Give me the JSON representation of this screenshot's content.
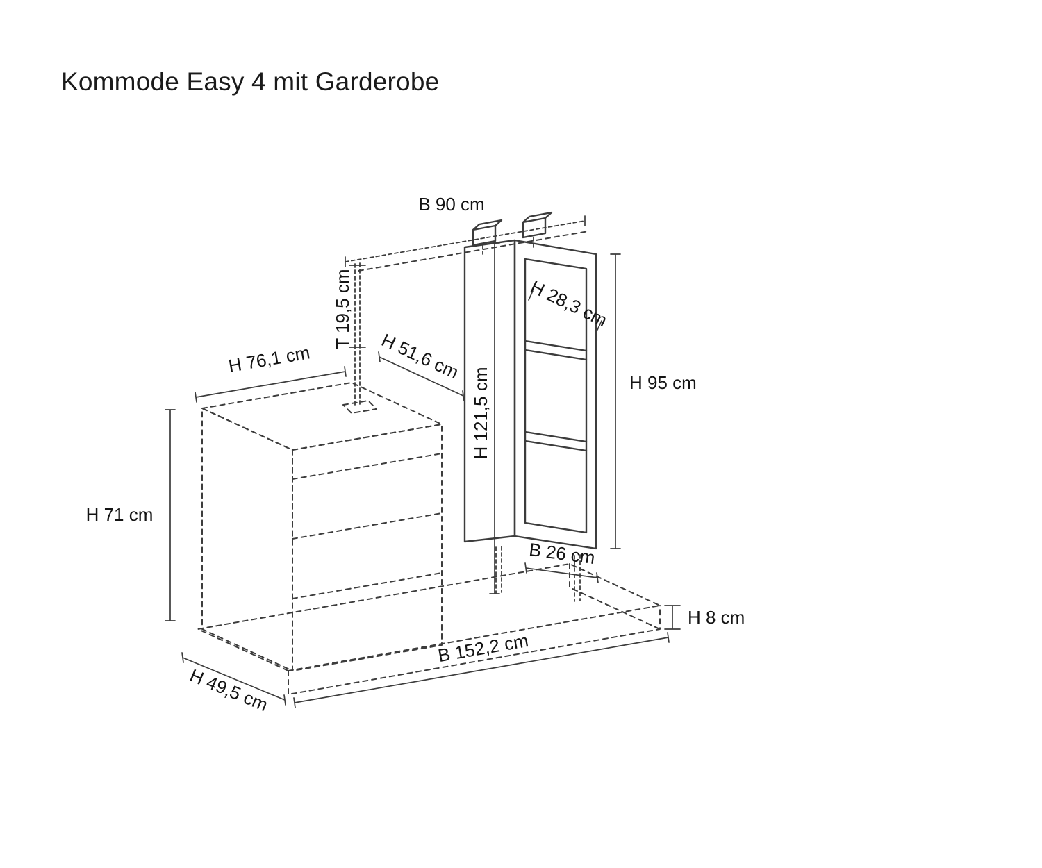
{
  "page": {
    "title": "Kommode Easy 4 mit Garderobe"
  },
  "diagram": {
    "colors": {
      "line": "#3c3c3c",
      "text": "#141414",
      "background": "#ffffff"
    },
    "dimensions": {
      "panel_width": "B 90 cm",
      "panel_depth": "T 19,5 cm",
      "dresser_top_edge": "H 76,1 cm",
      "dresser_side_edge": "H 51,6 cm",
      "compartment_height": "H 28,3 cm",
      "shelf_height": "H 95 cm",
      "total_height": "H 121,5 cm",
      "dresser_height": "H 71 cm",
      "shelf_width": "B 26 cm",
      "base_height": "H 8 cm",
      "total_width": "B 152,2 cm",
      "dresser_depth": "H 49,5 cm"
    }
  }
}
